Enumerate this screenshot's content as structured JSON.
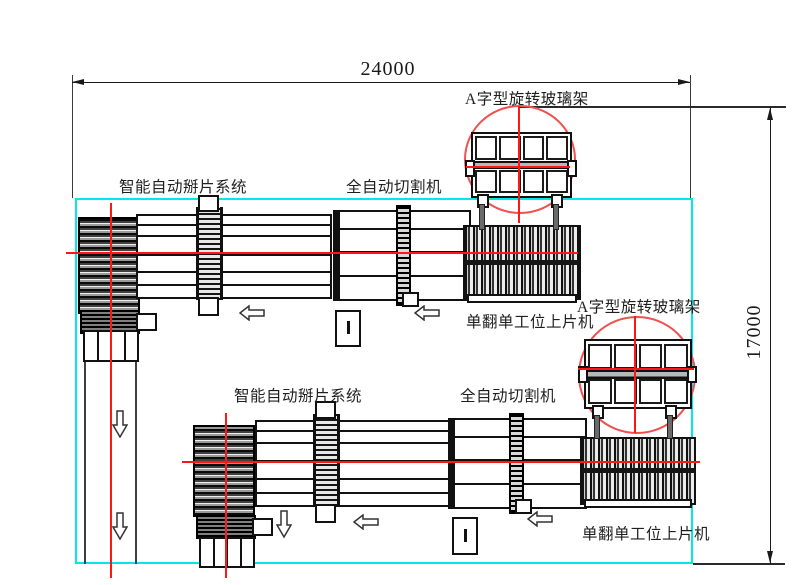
{
  "drawing": {
    "title_context": "glass processing line factory layout",
    "dimensions": {
      "width_label": "24000",
      "height_label": "17000"
    },
    "labels": {
      "rack_top": "A字型旋转玻璃架",
      "rack_right": "A字型旋转玻璃架",
      "breaker_top": "智能自动掰片系统",
      "breaker_bottom": "智能自动掰片系统",
      "cutter_top": "全自动切割机",
      "cutter_bottom": "全自动切割机",
      "loader_top": "单翻单工位上片机",
      "loader_bottom": "单翻单工位上片机"
    },
    "colors": {
      "boundary": "#00e8e8",
      "centerline": "#ff1616",
      "detail_circle": "#f15050",
      "linework": "#1a1a1a"
    }
  }
}
